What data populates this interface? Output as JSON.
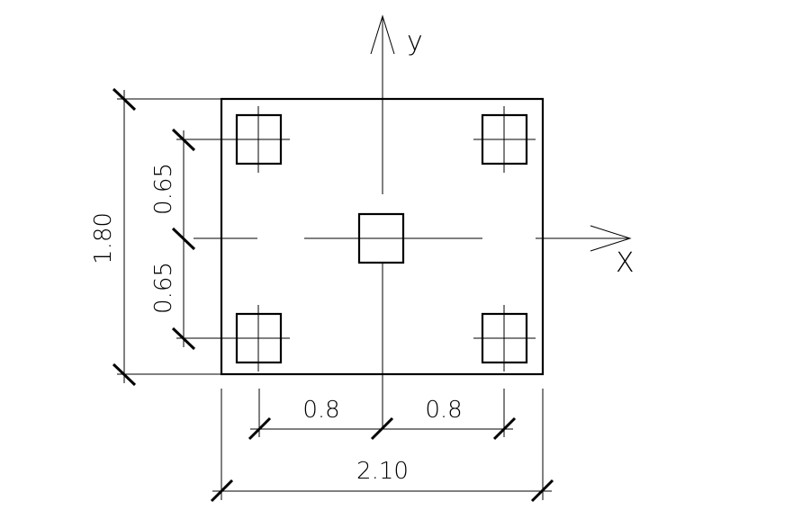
{
  "axes": {
    "y_label": "y",
    "x_label": "X"
  },
  "dimensions": {
    "total_height": "1.80",
    "upper_spacing": "0.65",
    "lower_spacing": "0.65",
    "left_spacing": "0.8",
    "right_spacing": "0.8",
    "total_width": "2.10"
  }
}
